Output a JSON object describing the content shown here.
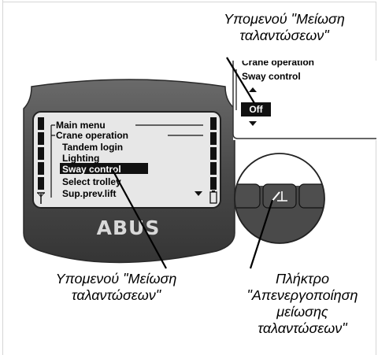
{
  "captions": {
    "top": [
      "Υπομενού \"Μείωση",
      "ταλαντώσεων\""
    ],
    "bottom_left": [
      "Υπομενού \"Μείωση",
      "ταλαντώσεων\""
    ],
    "bottom_right": [
      "Πλήκτρο",
      "\"Απενεργοποίηση",
      "μείωσης",
      "ταλαντώσεων\""
    ]
  },
  "device": {
    "brand": "ABUS",
    "menu": {
      "title": "Main menu",
      "group": "Crane operation",
      "items": [
        "Tandem login",
        "Lighting",
        "Sway control",
        "Select trolley",
        "Sup.prev.lift"
      ],
      "selected_index": 2
    }
  },
  "submenu_zoom": {
    "parent": "Crane operation",
    "item": "Sway control",
    "value": "Off"
  },
  "icons": {
    "softkey": "sway-off-softkey-icon",
    "antenna": "antenna-icon",
    "battery": "battery-icon",
    "scroll": "scroll-down-arrow-icon"
  }
}
